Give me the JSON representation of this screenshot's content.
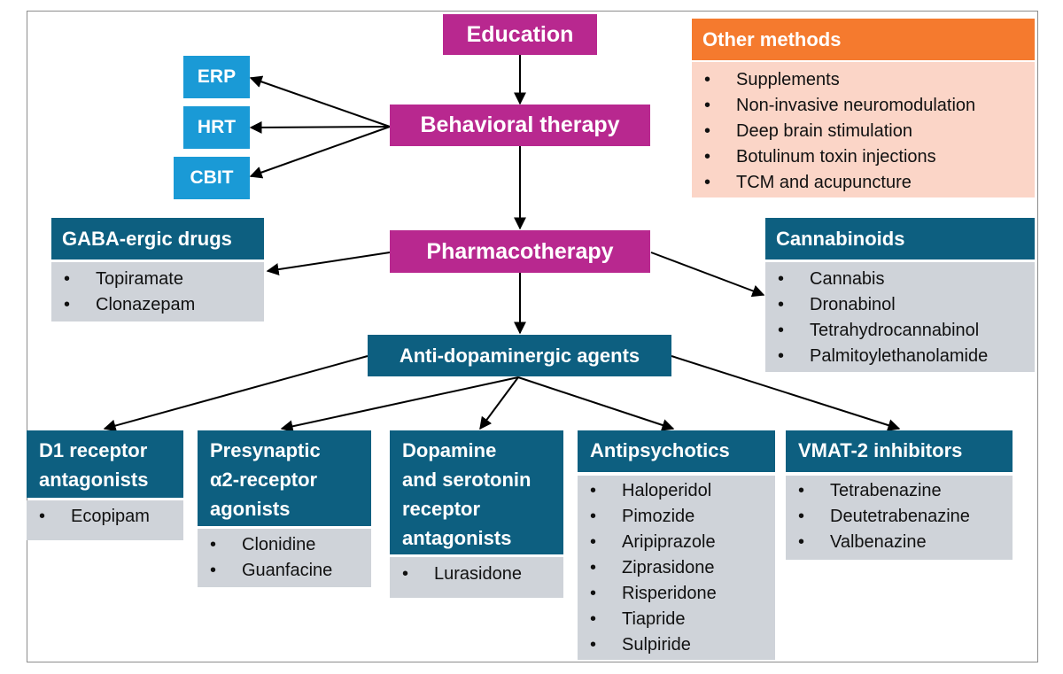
{
  "education": "Education",
  "behavioral_therapy": "Behavioral therapy",
  "pharmacotherapy": "Pharmacotherapy",
  "anti_dopaminergic": "Anti-dopaminergic agents",
  "behavioral_subtypes": [
    "ERP",
    "HRT",
    "CBIT"
  ],
  "other_methods": {
    "title": "Other methods",
    "items": [
      "Supplements",
      "Non-invasive neuromodulation",
      "Deep brain stimulation",
      "Botulinum toxin injections",
      "TCM and acupuncture"
    ]
  },
  "gaba": {
    "title": "GABA-ergic drugs",
    "items": [
      "Topiramate",
      "Clonazepam"
    ]
  },
  "cannabinoids": {
    "title": "Cannabinoids",
    "items": [
      "Cannabis",
      "Dronabinol",
      "Tetrahydrocannabinol",
      "Palmitoylethanolamide"
    ]
  },
  "d1": {
    "title_lines": [
      "D1 receptor",
      "antagonists"
    ],
    "items": [
      "Ecopipam"
    ]
  },
  "presynaptic": {
    "title_lines": [
      "Presynaptic",
      "α2-receptor",
      "agonists"
    ],
    "items": [
      "Clonidine",
      "Guanfacine"
    ]
  },
  "dopamine_serotonin": {
    "title_lines": [
      "Dopamine",
      "and serotonin",
      "receptor",
      "antagonists"
    ],
    "items": [
      "Lurasidone"
    ]
  },
  "antipsychotics": {
    "title": "Antipsychotics",
    "items": [
      "Haloperidol",
      "Pimozide",
      "Aripiprazole",
      "Ziprasidone",
      "Risperidone",
      "Tiapride",
      "Sulpiride"
    ]
  },
  "vmat2": {
    "title": "VMAT-2 inhibitors",
    "items": [
      "Tetrabenazine",
      "Deutetrabenazine",
      "Valbenazine"
    ]
  },
  "colors": {
    "magenta": "#b8288f",
    "cyan": "#1a9ad6",
    "teal": "#0d5f80",
    "orange": "#f57a2e",
    "grey": "#cfd3d9",
    "pink": "#fbd5c7"
  }
}
